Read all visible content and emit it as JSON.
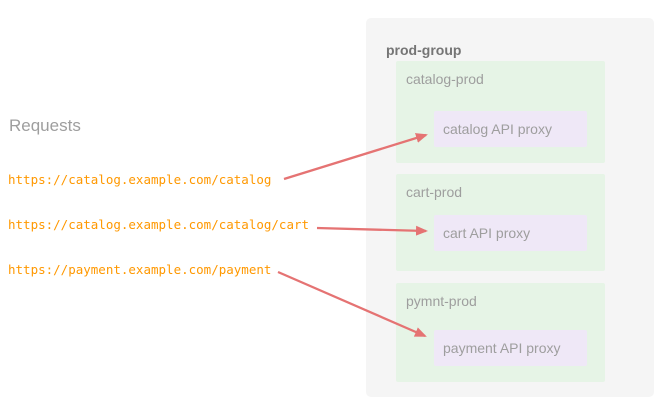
{
  "colors": {
    "outer_box": "#f5f5f5",
    "env_box": "#e6f4e6",
    "proxy_box": "#efe8f7",
    "arrow": "#e57373",
    "url_orange": "#ff9800",
    "label_gray": "#9e9e9e",
    "title_gray": "#757575"
  },
  "requests": {
    "label": "Requests",
    "urls": [
      {
        "text": "https://catalog.example.com/catalog"
      },
      {
        "text": "https://catalog.example.com/catalog/cart"
      },
      {
        "text": "https://payment.example.com/payment"
      }
    ]
  },
  "prod_group": {
    "label": "prod-group",
    "environments": [
      {
        "label": "catalog-prod",
        "proxy": "catalog API proxy"
      },
      {
        "label": "cart-prod",
        "proxy": "cart API proxy"
      },
      {
        "label": "pymnt-prod",
        "proxy": "payment API proxy"
      }
    ]
  }
}
